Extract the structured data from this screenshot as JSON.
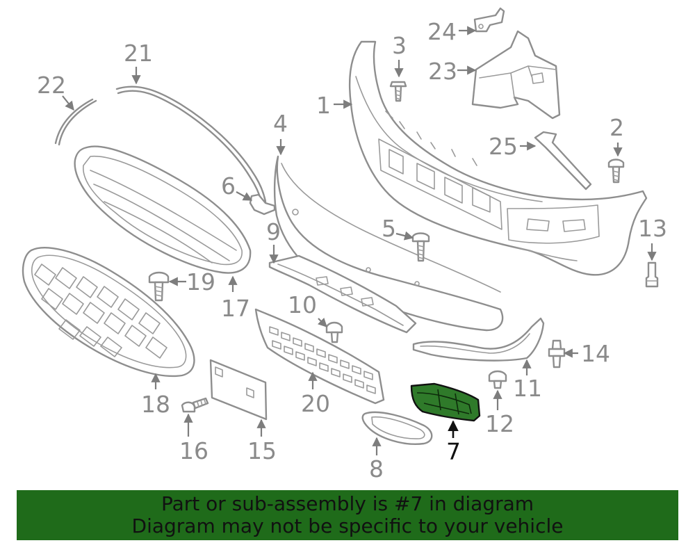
{
  "callouts": {
    "c1": "1",
    "c2": "2",
    "c3": "3",
    "c4": "4",
    "c5": "5",
    "c6": "6",
    "c7": "7",
    "c8": "8",
    "c9": "9",
    "c10": "10",
    "c11": "11",
    "c12": "12",
    "c13": "13",
    "c14": "14",
    "c15": "15",
    "c16": "16",
    "c17": "17",
    "c18": "18",
    "c19": "19",
    "c20": "20",
    "c21": "21",
    "c22": "22",
    "c23": "23",
    "c24": "24",
    "c25": "25"
  },
  "highlight": {
    "part_number": "7",
    "color": "#2f7a2a"
  },
  "banner": {
    "line1": "Part or sub-assembly is #7 in diagram",
    "line2": "Diagram may not be specific to your vehicle",
    "background": "#1f6b1a"
  }
}
